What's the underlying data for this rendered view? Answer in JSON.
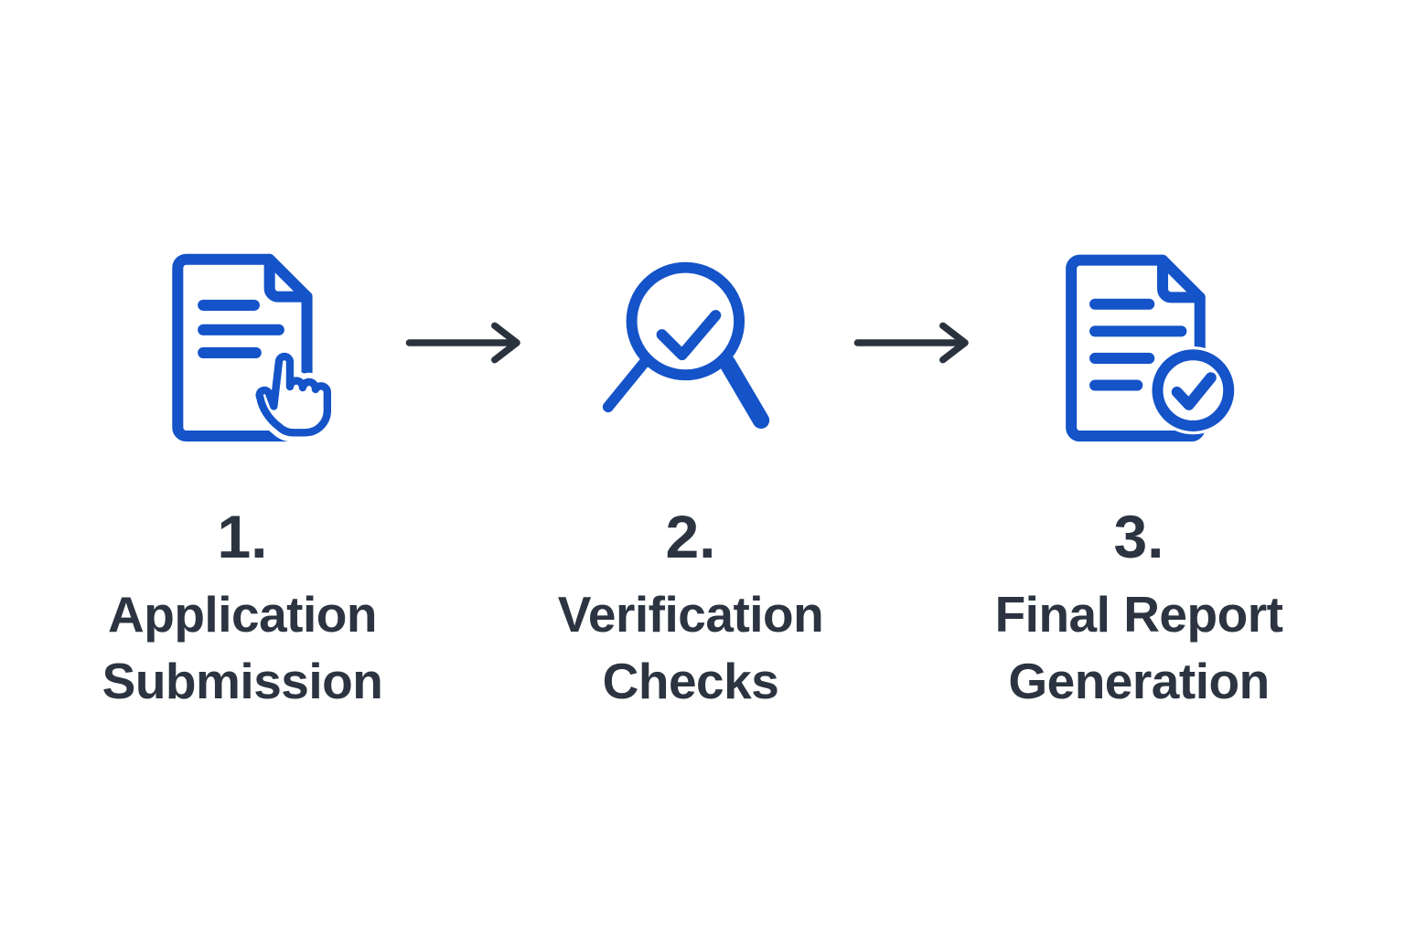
{
  "meta": {
    "diagram_type": "process-flow",
    "background_color": "#ffffff",
    "icon_color": "#1453C8",
    "text_color": "#2B3440",
    "arrow_color": "#2A323E"
  },
  "steps": [
    {
      "icon_name": "document-tap-icon",
      "number": "1.",
      "label_line1": "Application",
      "label_line2": "Submission"
    },
    {
      "icon_name": "magnifier-check-icon",
      "number": "2.",
      "label_line1": "Verification",
      "label_line2": "Checks"
    },
    {
      "icon_name": "document-check-icon",
      "number": "3.",
      "label_line1": "Final Report",
      "label_line2": "Generation"
    }
  ],
  "arrows": [
    {
      "icon_name": "arrow-right-icon"
    },
    {
      "icon_name": "arrow-right-icon"
    }
  ]
}
